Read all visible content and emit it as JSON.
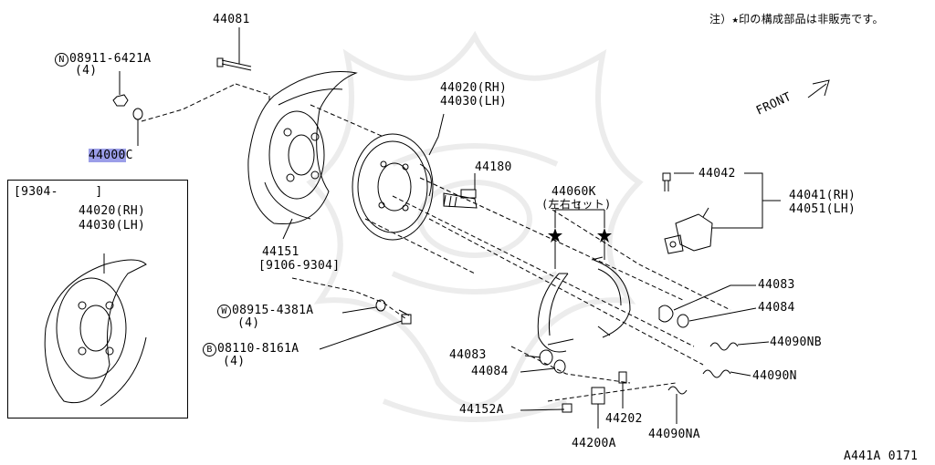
{
  "note": "注）★印の構成部品は非販売です。",
  "front_label": "FRONT",
  "figure_id": "A441A 0171",
  "labels": {
    "p44081": "44081",
    "p08911_num": "08911-6421A",
    "p08911_prefix": "N",
    "p08911_qty": "(4)",
    "p44000_hl": "44000",
    "p44000_suffix": "C",
    "p44020_main": "44020(RH)",
    "p44030_main": "44030(LH)",
    "p44180": "44180",
    "p44060K": "44060K",
    "p44060K_sub": "(左右セット)",
    "p44042": "44042",
    "p44041": "44041(RH)",
    "p44051": "44051(LH)",
    "p44151": "44151",
    "p44151_range": "[9106-9304]",
    "p08915_prefix": "W",
    "p08915_num": "08915-4381A",
    "p08915_qty": "(4)",
    "p08110_prefix": "B",
    "p08110_num": "08110-8161A",
    "p08110_qty": "(4)",
    "p44083_r": "44083",
    "p44084_r": "44084",
    "p44090NB": "44090NB",
    "p44090N": "44090N",
    "p44083_l": "44083",
    "p44084_l": "44084",
    "p44152A": "44152A",
    "p44202": "44202",
    "p44200A": "44200A",
    "p44090NA": "44090NA",
    "inset_range": "[9304-     ]",
    "inset_44020": "44020(RH)",
    "inset_44030": "44030(LH)"
  }
}
